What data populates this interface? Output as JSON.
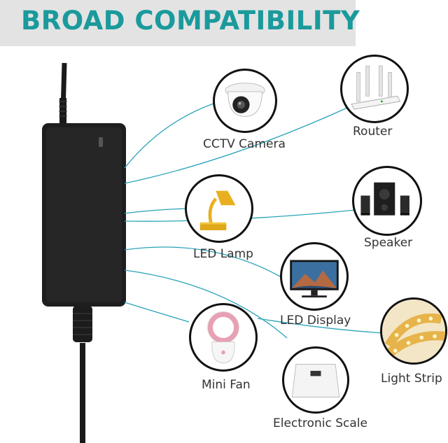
{
  "banner": {
    "title": "BROAD COMPATIBILITY"
  },
  "devices": {
    "cctv": {
      "label": "CCTV Camera",
      "icon": "dome-camera-icon"
    },
    "router": {
      "label": "Router",
      "icon": "router-icon"
    },
    "lamp": {
      "label": "LED Lamp",
      "icon": "desk-lamp-icon"
    },
    "speaker": {
      "label": "Speaker",
      "icon": "speaker-icon"
    },
    "display": {
      "label": "LED Display",
      "icon": "monitor-icon"
    },
    "fan": {
      "label": "Mini Fan",
      "icon": "bladeless-fan-icon"
    },
    "strip": {
      "label": "Light Strip",
      "icon": "led-strip-icon"
    },
    "scale": {
      "label": "Electronic Scale",
      "icon": "scale-icon"
    }
  },
  "colors": {
    "accent": "#1a9a9c",
    "line": "#2aa3b8",
    "banner_bg": "#e3e3e3"
  }
}
